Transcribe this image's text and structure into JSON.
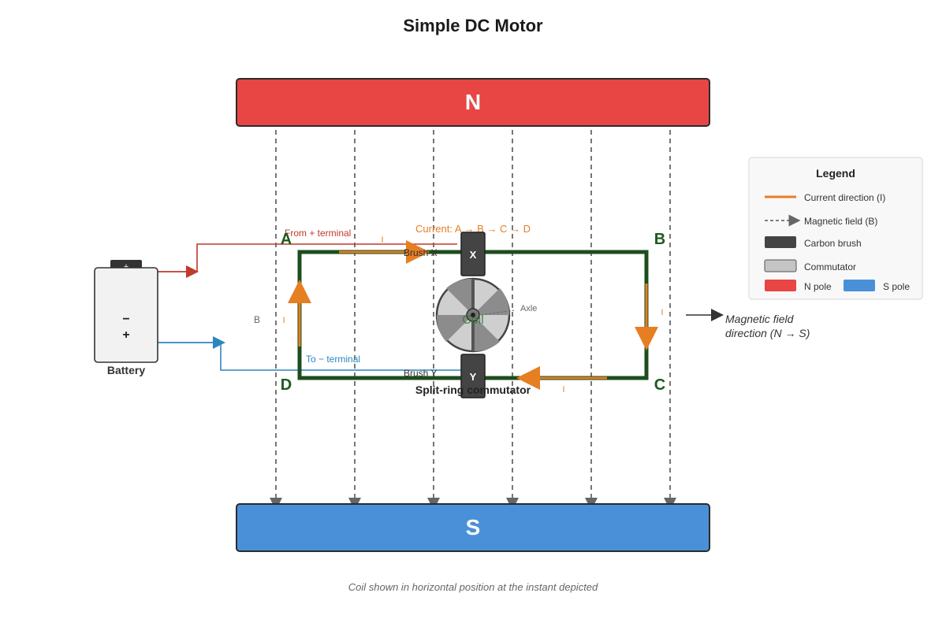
{
  "title": "Simple DC Motor",
  "magnet": {
    "north_label": "N",
    "south_label": "S",
    "north_color": "#e84545",
    "south_color": "#4a90d9"
  },
  "coil": {
    "label": "Coil",
    "corners": {
      "a": "A",
      "b": "B",
      "c": "C",
      "d": "D"
    },
    "color": "#1d4d1d",
    "current_label": "Current: A → B → C → D",
    "current_color": "#e67e22",
    "i_label": "I",
    "b_label": "B"
  },
  "commutator": {
    "label": "Split-ring commutator",
    "axle_label": "Axle",
    "brush_x_label": "X",
    "brush_y_label": "Y",
    "brush_x_name": "Brush X",
    "brush_y_name": "Brush Y"
  },
  "battery": {
    "label": "Battery",
    "top_terminal": "+",
    "minus": "−",
    "plus": "+",
    "from_label": "From + terminal",
    "to_label": "To − terminal",
    "from_color": "#c0392b",
    "to_color": "#2e86c1"
  },
  "field_direction": {
    "line1": "Magnetic field",
    "line2": "direction (N → S)"
  },
  "legend": {
    "title": "Legend",
    "current": "Current direction (I)",
    "field": "Magnetic field (B)",
    "brush": "Carbon brush",
    "commutator": "Commutator",
    "n_pole": "N pole",
    "s_pole": "S pole"
  },
  "caption": "Coil shown in horizontal position at the instant depicted"
}
